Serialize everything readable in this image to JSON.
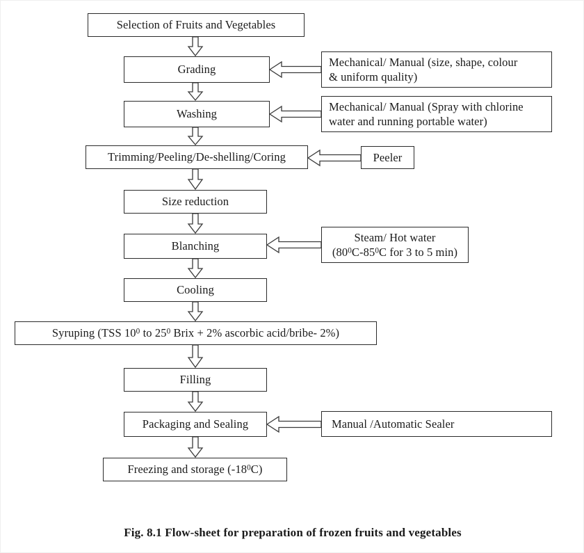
{
  "figure": {
    "caption": "Fig. 8.1 Flow-sheet for preparation of frozen fruits and vegetables",
    "type": "process-flow-diagram"
  },
  "chart_data": {
    "type": "flowchart",
    "title": "Fig. 8.1 Flow-sheet for preparation of frozen fruits and vegetables",
    "orientation": "top-to-bottom",
    "main_steps": [
      "Selection of Fruits and Vegetables",
      "Grading",
      "Washing",
      "Trimming/Peeling/De-shelling/Coring",
      "Size reduction",
      "Blanching",
      "Cooling",
      "Syruping (TSS 10⁰ to 25⁰ Brix + 2% ascorbic acid/bribe- 2%)",
      "Filling",
      "Packaging and Sealing",
      "Freezing and storage (-18⁰C)"
    ],
    "annotations": [
      {
        "attached_to": "Grading",
        "text": "Mechanical/ Manual (size, shape, colour & uniform quality)"
      },
      {
        "attached_to": "Washing",
        "text": "Mechanical/ Manual (Spray with chlorine water and running portable water)"
      },
      {
        "attached_to": "Trimming/Peeling/De-shelling/Coring",
        "text": "Peeler"
      },
      {
        "attached_to": "Blanching",
        "text": "Steam/ Hot water (80⁰C-85⁰C for 3 to 5 min)"
      },
      {
        "attached_to": "Packaging and Sealing",
        "text": "Manual /Automatic Sealer"
      }
    ]
  },
  "nodes": {
    "selection": {
      "label": "Selection of Fruits and Vegetables"
    },
    "grading": {
      "label": "Grading"
    },
    "washing": {
      "label": "Washing"
    },
    "trimming": {
      "label": "Trimming/Peeling/De-shelling/Coring"
    },
    "size_reduction": {
      "label": "Size reduction"
    },
    "blanching": {
      "label": "Blanching"
    },
    "cooling": {
      "label": "Cooling"
    },
    "syruping": {
      "line_a": "Syruping (TSS 10",
      "sup_a": "0",
      "line_b": " to 25",
      "sup_b": "0",
      "line_c": " Brix + 2% ascorbic acid/bribe- 2%)"
    },
    "filling": {
      "label": "Filling"
    },
    "packaging": {
      "label": "Packaging and Sealing"
    },
    "freezing": {
      "line_a": "Freezing and storage (-18",
      "sup_a": "0",
      "line_b": "C)"
    }
  },
  "annotations": {
    "grading_note": {
      "line1": "Mechanical/ Manual (size, shape, colour",
      "line2": "& uniform quality)"
    },
    "washing_note": {
      "line1": "Mechanical/ Manual (Spray with chlorine",
      "line2": "water and running portable water)"
    },
    "peeler_note": {
      "label": "Peeler"
    },
    "blanching_note": {
      "line1": "Steam/ Hot water",
      "line2_a": "(80",
      "sup_a": "0",
      "line2_b": "C-85",
      "sup_b": "0",
      "line2_c": "C for 3 to 5 min)"
    },
    "sealer_note": {
      "label": "Manual /Automatic Sealer"
    }
  },
  "colors": {
    "page_background": "#ffffff",
    "box_border": "#2a2a2a",
    "arrow_stroke": "#3a3a3a",
    "arrow_fill": "#ffffff",
    "text": "#1a1a1a"
  }
}
